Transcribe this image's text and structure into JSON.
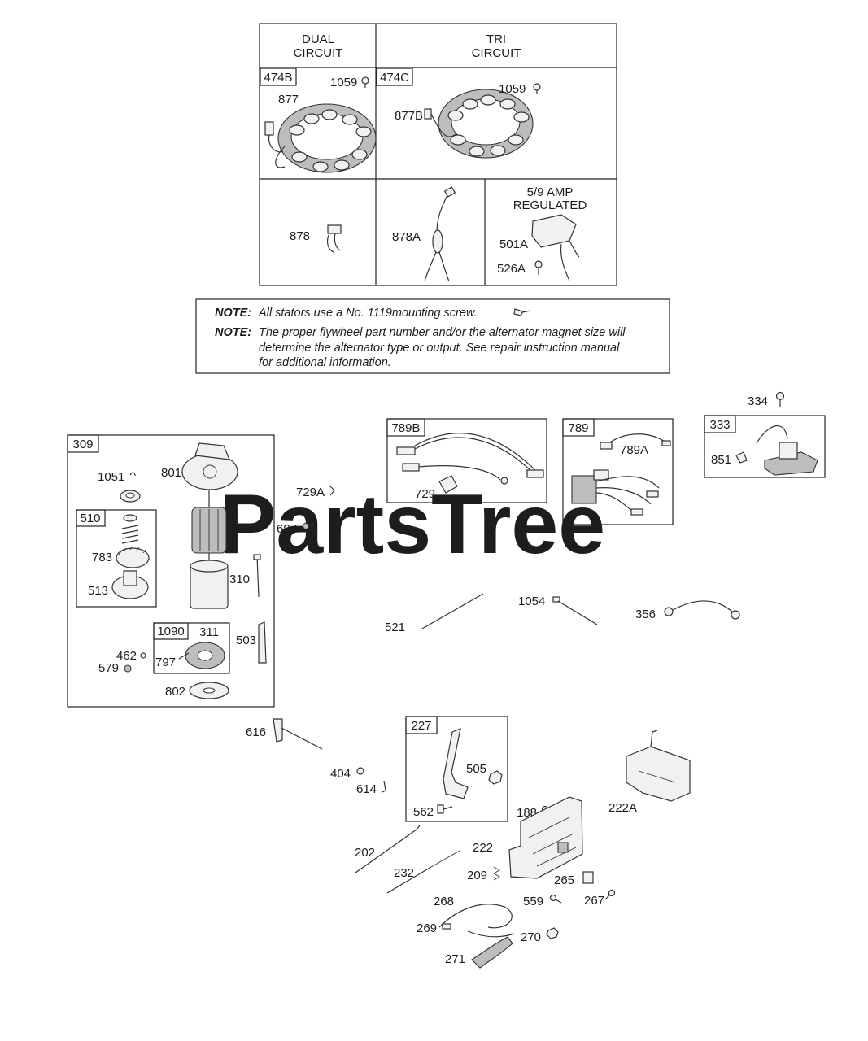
{
  "watermark": "PartsTree",
  "stator_table": {
    "dual_header": [
      "DUAL",
      "CIRCUIT"
    ],
    "tri_header": [
      "TRI",
      "CIRCUIT"
    ],
    "regulator_header": [
      "5/9 AMP",
      "REGULATED"
    ]
  },
  "notes": [
    {
      "key": "NOTE:",
      "lines": [
        "All stators use a No. 1119mounting screw."
      ]
    },
    {
      "key": "NOTE:",
      "lines": [
        "The proper flywheel part number and/or the alternator magnet size will",
        "determine the alternator type or output. See repair instruction manual",
        "for additional information."
      ]
    }
  ],
  "group_boxes": {
    "b474B": "474B",
    "b474C": "474C",
    "b309": "309",
    "b510": "510",
    "b1090": "1090",
    "b789B": "789B",
    "b789": "789",
    "b333": "333",
    "b227": "227"
  },
  "labels": {
    "p1059a": "1059",
    "p877": "877",
    "p1059b": "1059",
    "p877B": "877B",
    "p878": "878",
    "p878A": "878A",
    "p501A": "501A",
    "p526A": "526A",
    "p334": "334",
    "p851": "851",
    "p789A": "789A",
    "p729": "729",
    "p729A": "729A",
    "p697": "697",
    "p1051": "1051",
    "p801": "801",
    "p783": "783",
    "p513": "513",
    "p310": "310",
    "p311": "311",
    "p797": "797",
    "p462": "462",
    "p579": "579",
    "p503": "503",
    "p802": "802",
    "p521": "521",
    "p1054": "1054",
    "p356": "356",
    "p616": "616",
    "p404": "404",
    "p614": "614",
    "p505": "505",
    "p562": "562",
    "p188": "188",
    "p222A": "222A",
    "p202": "202",
    "p222": "222",
    "p232": "232",
    "p209": "209",
    "p265": "265",
    "p268": "268",
    "p559": "559",
    "p267": "267",
    "p269": "269",
    "p270": "270",
    "p271": "271"
  }
}
